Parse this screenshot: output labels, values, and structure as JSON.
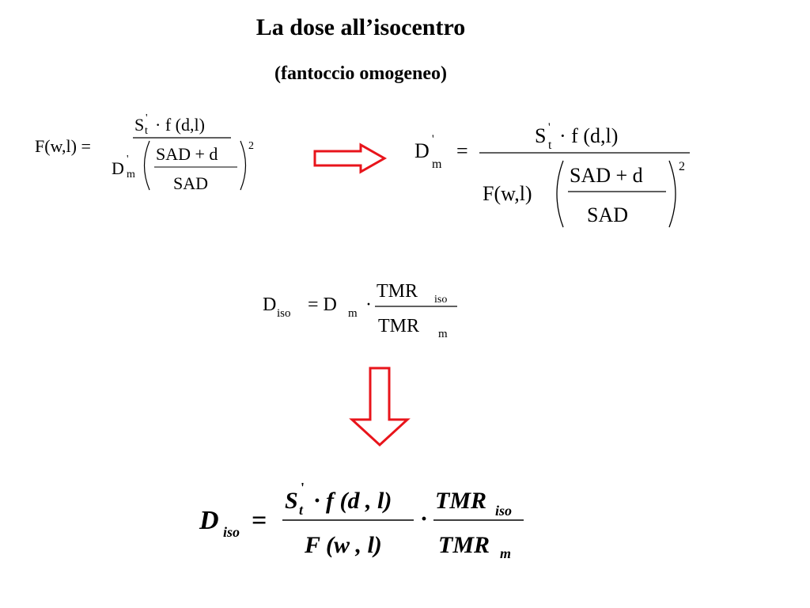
{
  "slide": {
    "title": "La dose all’isocentro",
    "subtitle": "(fantoccio omogeneo)"
  },
  "formula1": {
    "lhs": "F(w,l) =",
    "num_S": "S",
    "num_t": "t",
    "prime": "'",
    "num_rest": "· f (d,l)",
    "den_D": "D",
    "den_m": "m",
    "inner_num": "SAD + d",
    "inner_den": "SAD",
    "exponent": "2"
  },
  "formula2": {
    "lhs_D": "D",
    "lhs_m": "m",
    "prime": "'",
    "eq": "=",
    "num_S": "S",
    "num_t": "t",
    "num_rest": "· f (d,l)",
    "den_F": "F(w,l)",
    "inner_num": "SAD + d",
    "inner_den": "SAD",
    "exponent": "2"
  },
  "formula3": {
    "lhs_D": "D",
    "lhs_iso": "iso",
    "eq_D": "= D",
    "sub_m": "m",
    "dot": "·",
    "num_TMR": "TMR",
    "num_iso": "iso",
    "den_TMR": "TMR",
    "den_m": "m"
  },
  "formula4": {
    "lhs_D": "D",
    "lhs_iso": "iso",
    "eq": "=",
    "num_S": "S",
    "num_t": "t",
    "prime": "'",
    "num_rest": "· f (d , l)",
    "den_F": "F (w , l)",
    "dot": "·",
    "num_TMR": "TMR",
    "num_iso": "iso",
    "den_TMR": "TMR",
    "den_m": "m"
  },
  "colors": {
    "arrow": "#e8141b",
    "text": "#000000"
  }
}
